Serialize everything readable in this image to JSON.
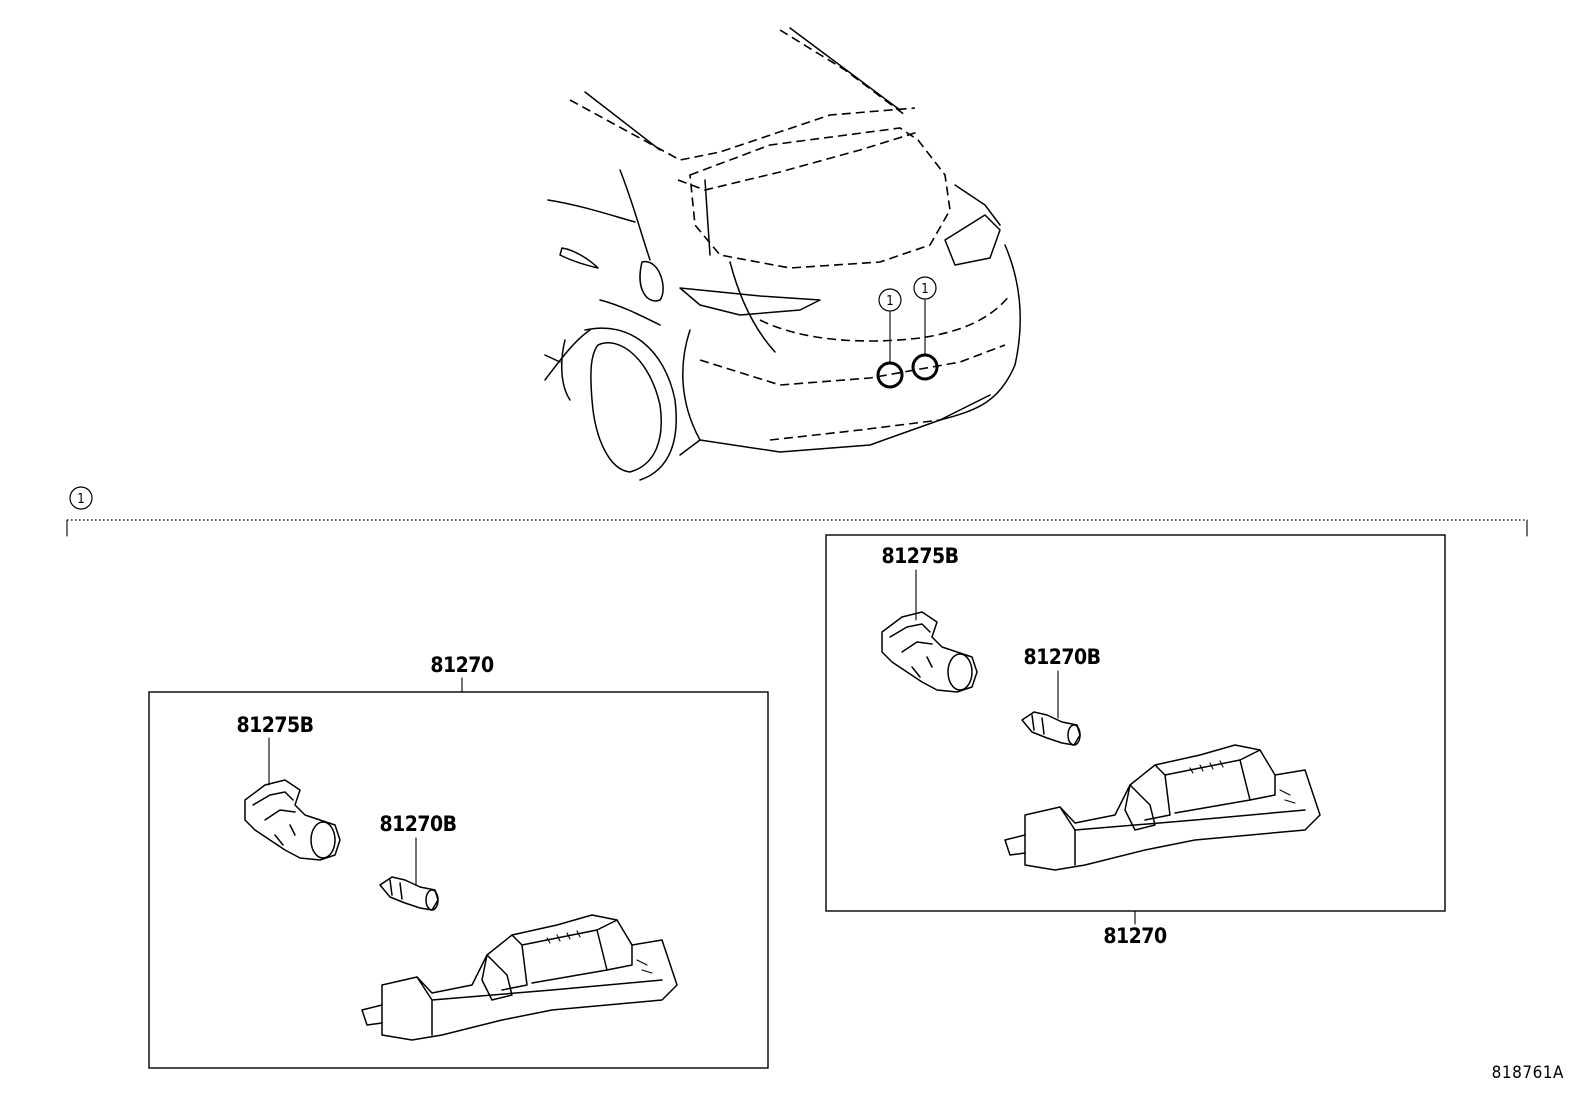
{
  "diagram": {
    "ref_number": "818761A",
    "group_marker": "1",
    "callouts": [
      "1",
      "1"
    ],
    "left_panel": {
      "assembly_label": "81270",
      "socket_label": "81275B",
      "bulb_label": "81270B"
    },
    "right_panel": {
      "assembly_label": "81270",
      "socket_label": "81275B",
      "bulb_label": "81270B"
    }
  }
}
